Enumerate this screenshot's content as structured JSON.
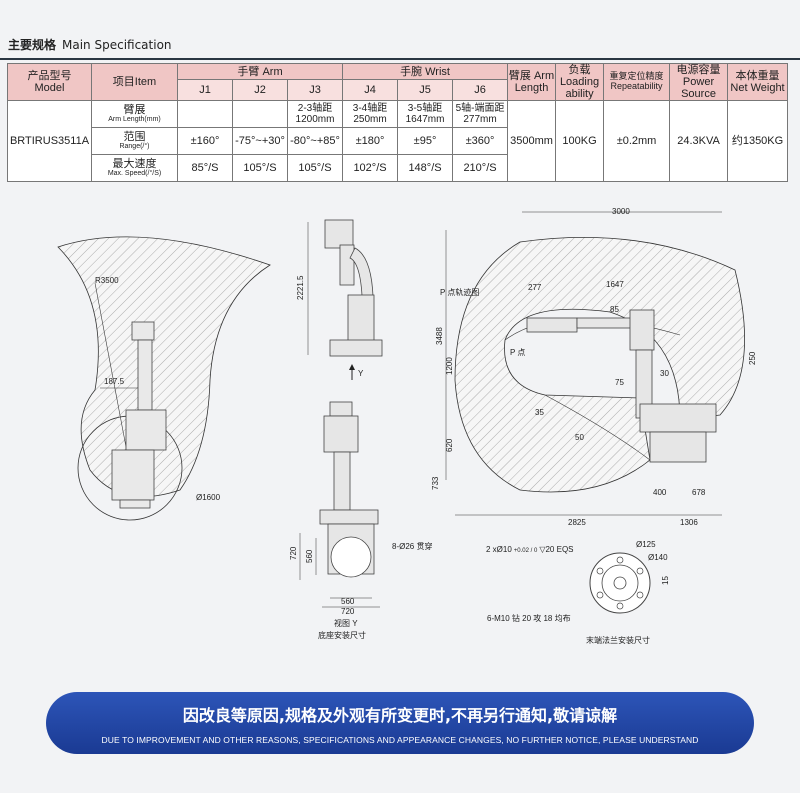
{
  "header": {
    "title_cn": "主要规格",
    "title_en": "Main Specification"
  },
  "table": {
    "model_label": "产品型号",
    "model_label_en": "Model",
    "item_label": "项目Item",
    "arm_group": "手臂 Arm",
    "wrist_group": "手腕 Wrist",
    "arm_length_label": "臂展 Arm Length",
    "loading_label": "负载 Loading ability",
    "repeatability_label": "重复定位精度 Repeatability",
    "power_label": "电源容量 Power Source",
    "weight_label": "本体重量 Net Weight",
    "joints": [
      "J1",
      "J2",
      "J3",
      "J4",
      "J5",
      "J6"
    ],
    "model": "BRTIRUS3511A",
    "rows": [
      {
        "cn": "臂展",
        "en": "Arm Length(mm)",
        "values": [
          "",
          "",
          "2-3轴距 1200mm",
          "3-4轴距 250mm",
          "3-5轴距 1647mm",
          "5轴-端面距 277mm"
        ]
      },
      {
        "cn": "范围",
        "en": "Range(/°)",
        "values": [
          "±160°",
          "-75°~+30°",
          "-80°~+85°",
          "±180°",
          "±95°",
          "±360°"
        ]
      },
      {
        "cn": "最大速度",
        "en": "Max. Speed(/°/S)",
        "values": [
          "85°/S",
          "105°/S",
          "105°/S",
          "102°/S",
          "148°/S",
          "210°/S"
        ]
      }
    ],
    "arm_length": "3500mm",
    "loading": "100KG",
    "repeatability": "±0.2mm",
    "power": "24.3KVA",
    "weight": "约1350KG"
  },
  "drawing": {
    "r3500": "R3500",
    "d187": "187.5",
    "d1600": "Ø1600",
    "h2221": "2221.5",
    "y_arrow": "Y",
    "w3000": "3000",
    "p_track": "P 点轨迹图",
    "p_point": "P 点",
    "d277": "277",
    "d1647": "1647",
    "d85": "85",
    "d30": "30",
    "d75": "75",
    "d35": "35",
    "d50": "50",
    "h3488": "3488",
    "h1200": "1200",
    "h620": "620",
    "h733": "733",
    "h250": "250",
    "w400": "400",
    "w678": "678",
    "w2825": "2825",
    "w1306": "1306",
    "h720": "720",
    "h560": "560",
    "bolt": "8-Ø26 贯穿",
    "w560": "560",
    "w720": "720",
    "view_y": "视图 Y",
    "base_caption": "底座安装尺寸",
    "flange_pin": "2 xØ10",
    "flange_pin_tol": "+0.02 / 0",
    "flange_pin_depth": "▽20 EQS",
    "d125": "Ø125",
    "d140": "Ø140",
    "d15": "15",
    "m10": "6-M10 钻 20 攻 18 均布",
    "flange_caption": "末端法兰安装尺寸"
  },
  "banner": {
    "cn": "因改良等原因,规格及外观有所变更时,不再另行通知,敬请谅解",
    "en": "DUE TO IMPROVEMENT AND OTHER REASONS, SPECIFICATIONS AND APPEARANCE CHANGES, NO FURTHER NOTICE, PLEASE UNDERSTAND"
  }
}
